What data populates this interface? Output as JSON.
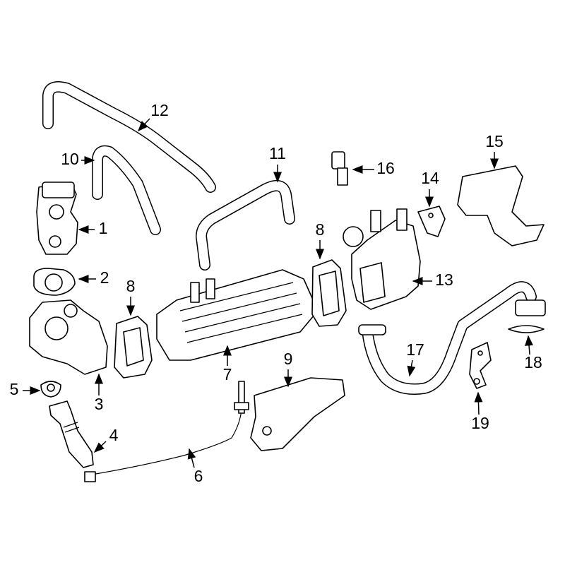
{
  "diagram": {
    "type": "exploded parts diagram (EGR system)",
    "callouts": [
      "1",
      "2",
      "3",
      "4",
      "5",
      "6",
      "7",
      "8",
      "8",
      "9",
      "10",
      "11",
      "12",
      "13",
      "14",
      "15",
      "16",
      "17",
      "18",
      "19"
    ],
    "colors": {
      "line": "#000000",
      "background": "#ffffff"
    }
  }
}
